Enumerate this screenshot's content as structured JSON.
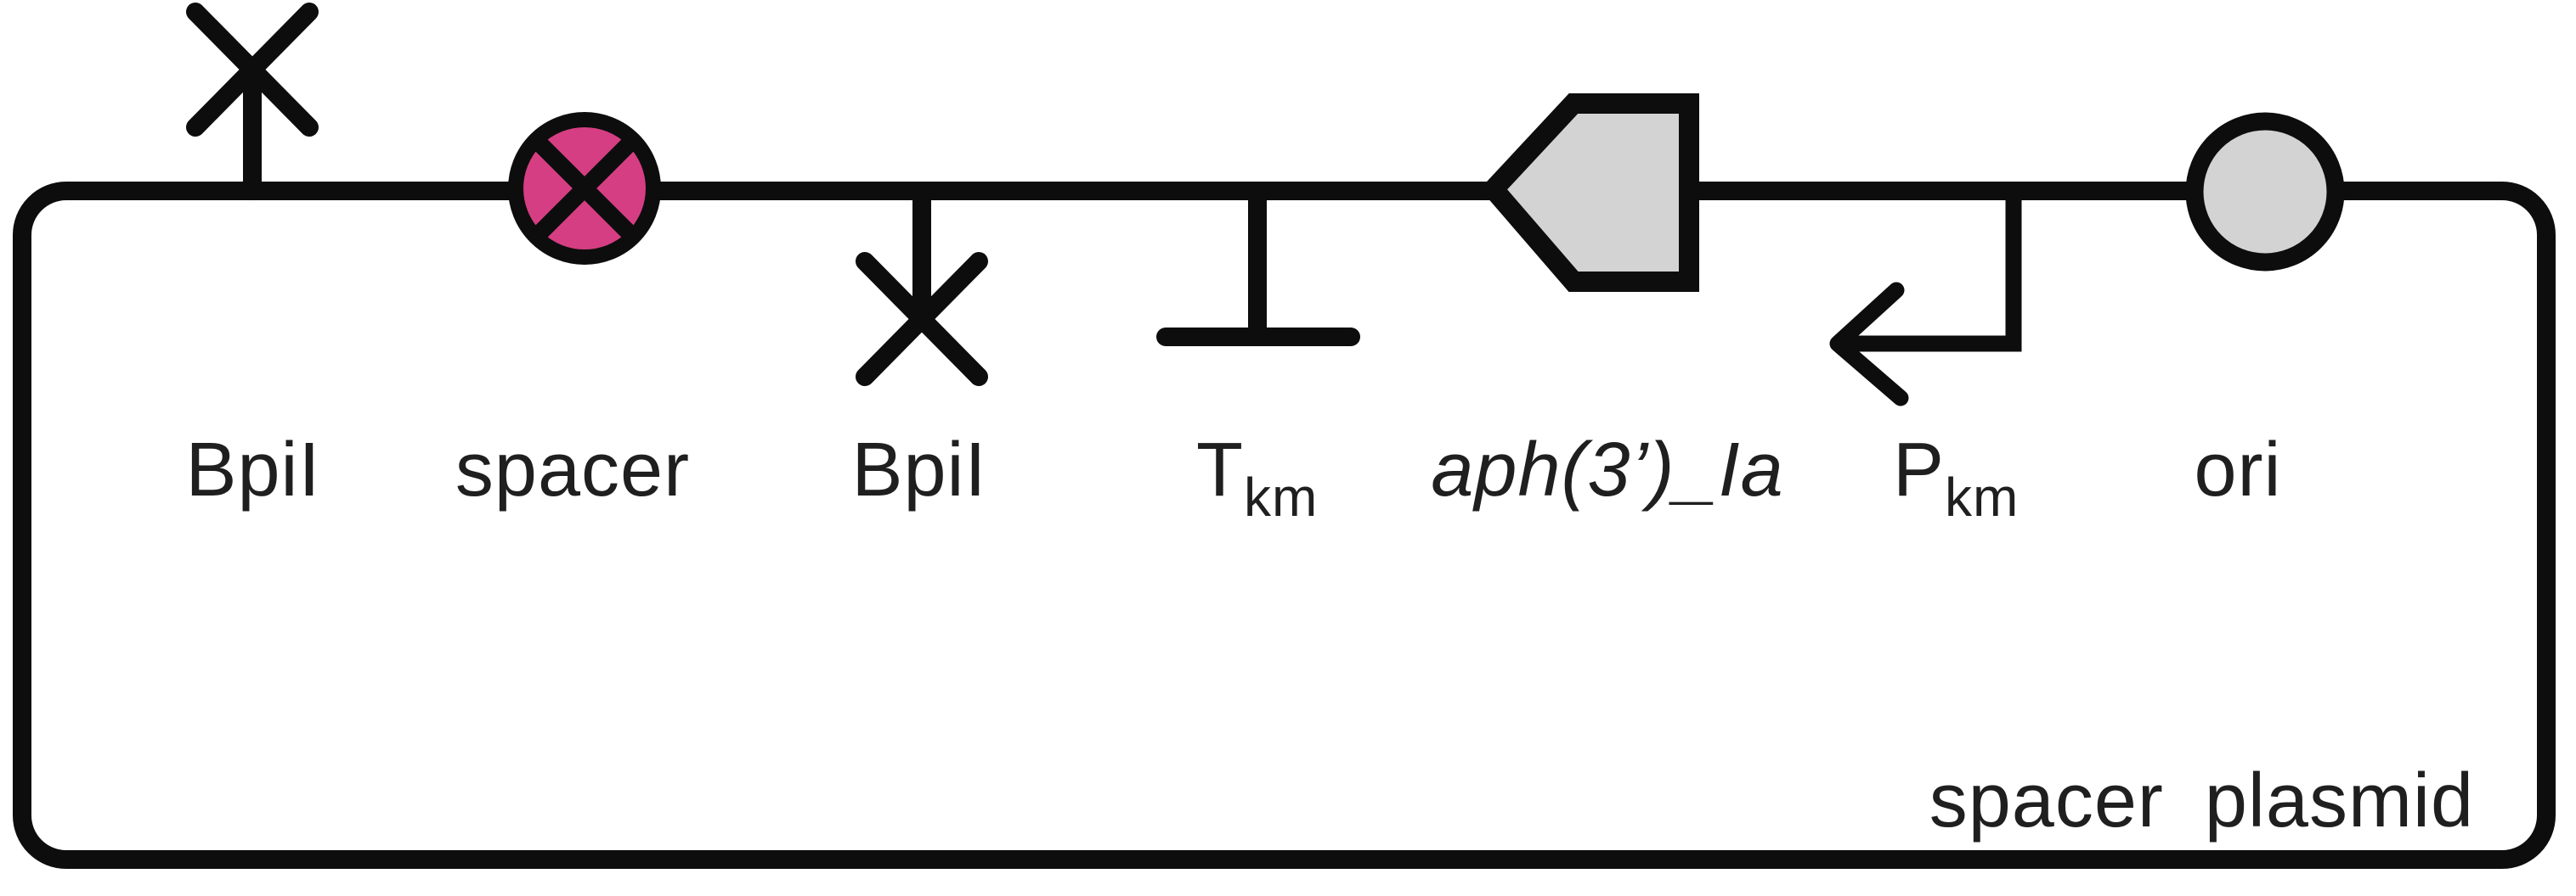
{
  "figure": {
    "type": "plasmid-map",
    "plasmid_name": "spacer plasmid"
  },
  "colors": {
    "line": "#0d0d0d",
    "text": "#1f1f1f",
    "spacer_fill": "#d53e82",
    "feature_fill": "#d3d3d3"
  },
  "labels": {
    "bpiI_left": "BpiI",
    "spacer": "spacer",
    "bpiI_right": "BpiI",
    "terminator": {
      "main": "T",
      "sub": "km"
    },
    "gene": "aph(3’)_Ia",
    "promoter": {
      "main": "P",
      "sub": "km"
    },
    "ori": "ori",
    "plasmid_name": "spacer plasmid"
  },
  "elements": [
    {
      "id": "bpiI-site-left",
      "symbol": "x-cross-above-backbone",
      "label": "BpiI"
    },
    {
      "id": "spacer-site",
      "symbol": "crossed-circle",
      "label": "spacer"
    },
    {
      "id": "bpiI-site-right",
      "symbol": "x-cross-below-backbone",
      "label": "BpiI"
    },
    {
      "id": "terminator",
      "symbol": "t-bar",
      "label": "Tkm"
    },
    {
      "id": "gene-arrow",
      "symbol": "left-pointing-pentagon",
      "label": "aph(3’)_Ia"
    },
    {
      "id": "promoter",
      "symbol": "bent-arrow-left",
      "label": "Pkm"
    },
    {
      "id": "ori",
      "symbol": "filled-circle",
      "label": "ori"
    }
  ]
}
